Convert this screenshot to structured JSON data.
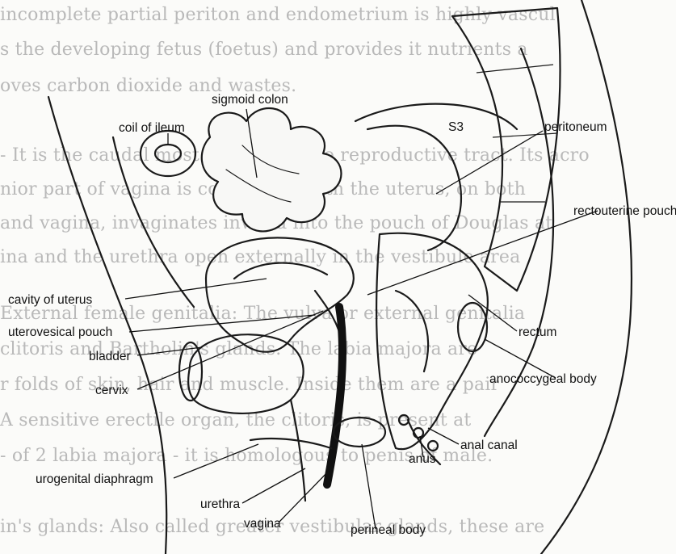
{
  "background_text": [
    "incomplete partial periton and endometrium is highly vascul",
    "s the developing fetus (foetus) and provides it nutrients a",
    "oves carbon dioxide and wastes.",
    "- It is the caudal most part of female reproductive tract. Its acro",
    "nior part of vagina is continuous with the uterus, on both",
    "and vagina, invaginates inward into the pouch of Douglas at",
    "ina and the urethra open externally in the vestibule area",
    "External female genitalia: The vulva or external genitalia",
    "clitoris and Bartholin's glands. The labia majora are",
    "r folds of skin, hair and muscle. Inside them are a pair",
    "A sensitive erectile organ, the clitoris, is present at",
    "- of 2 labia majora - it is homologous to penis of male.",
    "in's glands: Also called greater vestibular glands, these are"
  ],
  "labels": {
    "sigmoid_colon": "sigmoid colon",
    "coil_of_ileum": "coil of ileum",
    "s3": "S3",
    "peritoneum": "peritoneum",
    "rectouterine_pouch": "rectouterine pouch",
    "cavity_of_uterus": "cavity of uterus",
    "uterovesical_pouch": "uterovesical pouch",
    "rectum": "rectum",
    "bladder": "bladder",
    "anococcygeal_body": "anococcygeal body",
    "cervix": "cervix",
    "anal_canal": "anal canal",
    "anus": "anus",
    "urogenital_diaphragm": "urogenital diaphragm",
    "urethra": "urethra",
    "vagina": "vagina",
    "perineal_body": "perineal body"
  }
}
